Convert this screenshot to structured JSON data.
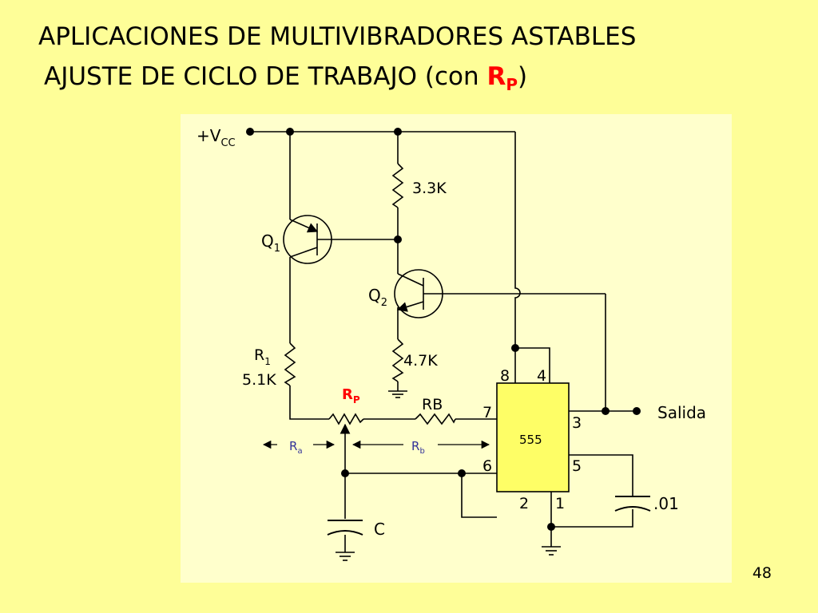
{
  "slide": {
    "title": "APLICACIONES DE MULTIVIBRADORES ASTABLES",
    "subtitle_prefix": "AJUSTE DE CICLO DE TRABAJO (con ",
    "subtitle_rp_main": "R",
    "subtitle_rp_sub": "P",
    "subtitle_suffix": ")",
    "number": "48"
  },
  "diagram": {
    "vcc": {
      "main": "+V",
      "sub": "CC"
    },
    "r_top": "3.3K",
    "q1": {
      "main": "Q",
      "sub": "1"
    },
    "q2": {
      "main": "Q",
      "sub": "2"
    },
    "r1": {
      "main": "R",
      "sub": "1"
    },
    "r1_value": "5.1K",
    "r_bottom": "4.7K",
    "rp": {
      "main": "R",
      "sub": "P"
    },
    "rb": "RB",
    "ra_span": {
      "main": "R",
      "sub": "a"
    },
    "rb_span": {
      "main": "R",
      "sub": "b"
    },
    "ic_label": "555",
    "pins": {
      "p8": "8",
      "p4": "4",
      "p7": "7",
      "p3": "3",
      "p6": "6",
      "p5": "5",
      "p2": "2",
      "p1": "1"
    },
    "output": "Salida",
    "c_label": "C",
    "c2_label": ".01"
  },
  "colors": {
    "background": "#fefe98",
    "panel": "#ffffcc",
    "ic": "#fefe66",
    "accent": "#ff0000",
    "span_label": "#333399"
  }
}
